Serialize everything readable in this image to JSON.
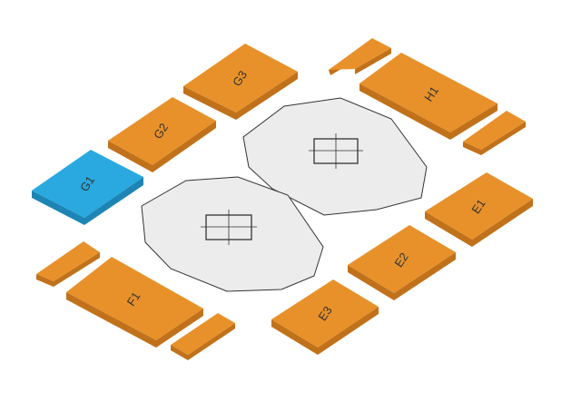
{
  "colors": {
    "available": "#e8912a",
    "available_side": "#c0711a",
    "selected": "#29a9e0",
    "selected_side": "#1d85b5",
    "stage_fill": "#ececec",
    "stage_stroke": "#333333",
    "label": "#333333",
    "background": "#ffffff"
  },
  "sections": [
    {
      "id": "G3",
      "label": "G3",
      "selected": false
    },
    {
      "id": "G2",
      "label": "G2",
      "selected": false
    },
    {
      "id": "G1",
      "label": "G1",
      "selected": true
    },
    {
      "id": "H1",
      "label": "H1",
      "selected": false
    },
    {
      "id": "E1",
      "label": "E1",
      "selected": false
    },
    {
      "id": "E2",
      "label": "E2",
      "selected": false
    },
    {
      "id": "E3",
      "label": "E3",
      "selected": false
    },
    {
      "id": "F1",
      "label": "F1",
      "selected": false
    }
  ],
  "unlabeled_blocks": [
    "H-left",
    "H-right",
    "F-left",
    "F-right"
  ],
  "stages": [
    "stage-top",
    "stage-bottom"
  ]
}
